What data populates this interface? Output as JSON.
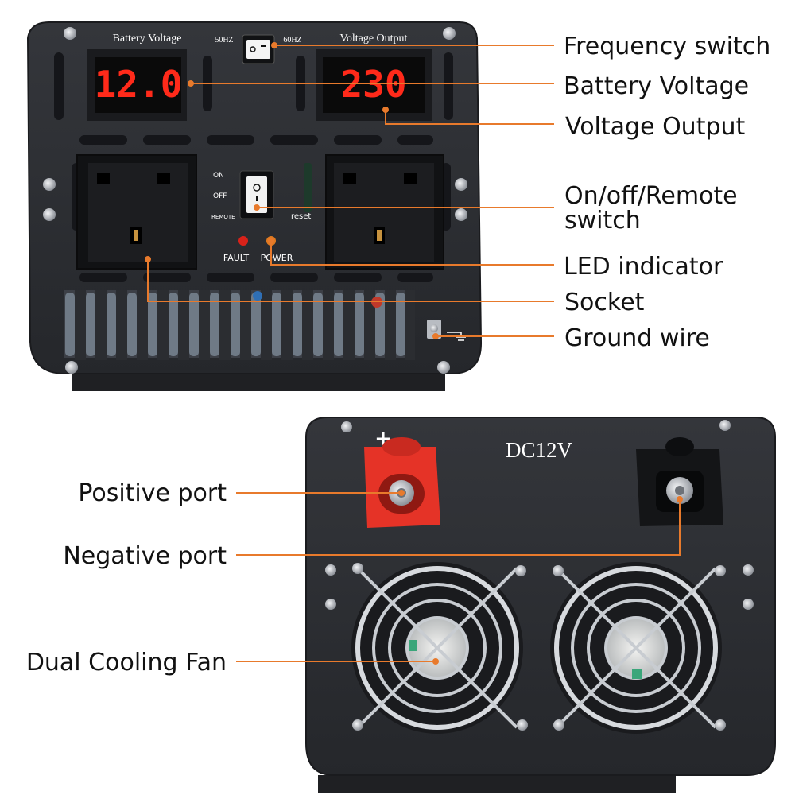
{
  "front_panel": {
    "battery_voltage_title": "Battery Voltage",
    "voltage_output_title": "Voltage Output",
    "battery_display_value": "12.0",
    "output_display_value": "230",
    "freq_50_label": "50HZ",
    "freq_60_label": "60HZ",
    "switch_on_label": "ON",
    "switch_off_label": "OFF",
    "switch_remote_label": "REMOTE",
    "reset_label": "reset",
    "fault_label": "FAULT",
    "power_label": "POWER"
  },
  "back_panel": {
    "dc_label": "DC12V",
    "plus_sign": "+"
  },
  "callouts": {
    "frequency_switch": "Frequency switch",
    "battery_voltage": "Battery Voltage",
    "voltage_output": "Voltage Output",
    "onoff_line1": "On/off/Remote",
    "onoff_line2": "switch",
    "led_indicator": "LED indicator",
    "socket": "Socket",
    "ground_wire": "Ground wire",
    "positive_port": "Positive port",
    "negative_port": "Negative port",
    "dual_cooling_fan": "Dual Cooling Fan"
  },
  "colors": {
    "callout_line": "#e87a2c",
    "panel": "#2b2d31",
    "display_digits": "#ff2a1a",
    "positive_terminal": "#e53327",
    "screw": "#c9ccd1"
  }
}
